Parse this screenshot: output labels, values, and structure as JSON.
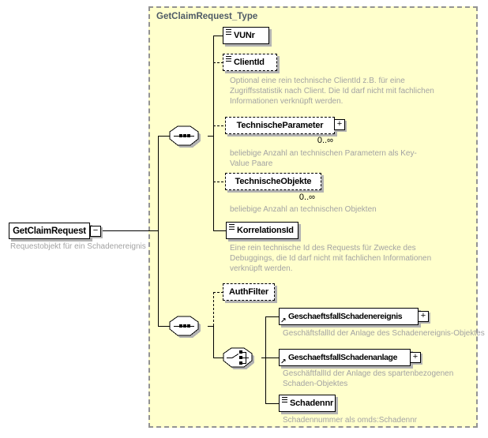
{
  "type_container": {
    "label": "GetClaimRequest_Type"
  },
  "root_element": {
    "label": "GetClaimRequest",
    "annotation": "Requestobjekt für ein Schadenereignis"
  },
  "icons": {
    "expand_glyph": "+",
    "collapse_glyph": "−",
    "reference_glyph": "↗"
  },
  "elements": {
    "vunr": {
      "label": "VUNr"
    },
    "clientid": {
      "label": "ClientId",
      "annotation": "Optional eine rein technische ClientId z.B. für eine Zugriffsstatistik nach Client. Die Id darf nicht mit fachlichen Informationen verknüpft werden."
    },
    "technische_parameter": {
      "label": "TechnischeParameter",
      "occurrence": "0..∞",
      "annotation": "beliebige Anzahl an technischen Parametern als Key-Value Paare"
    },
    "technische_objekte": {
      "label": "TechnischeObjekte",
      "occurrence": "0..∞",
      "annotation": "beliebige Anzahl an technischen Objekten"
    },
    "korrelationsid": {
      "label": "KorrelationsId",
      "annotation": "Eine rein technische Id des Requests für Zwecke des Debuggings, die Id darf nicht mit fachlichen Informationen verknüpft werden."
    },
    "authfilter": {
      "label": "AuthFilter"
    },
    "geschaeftsfall_schadenereignis": {
      "label": "GeschaeftsfallSchadenereignis",
      "annotation": "GeschäftsfallId der Anlage des Schadenereignis-Objektes"
    },
    "geschaeftsfall_schadenanlage": {
      "label": "GeschaeftsfallSchadenanlage",
      "annotation": "GeschäftfallId der Anlage des spartenbezogenen Schaden-Objektes"
    },
    "schadennr": {
      "label": "Schadennr",
      "annotation": "Schadennummer als omds:Schadennr"
    }
  },
  "colors": {
    "container_fill": "#FFFFCC",
    "container_border": "#939393",
    "type_label": "#4E5A66",
    "annotation_text": "#A3A3A3",
    "box_fill": "#FFFFFF",
    "box_border": "#000000",
    "shadow": "#B2B2B2"
  }
}
